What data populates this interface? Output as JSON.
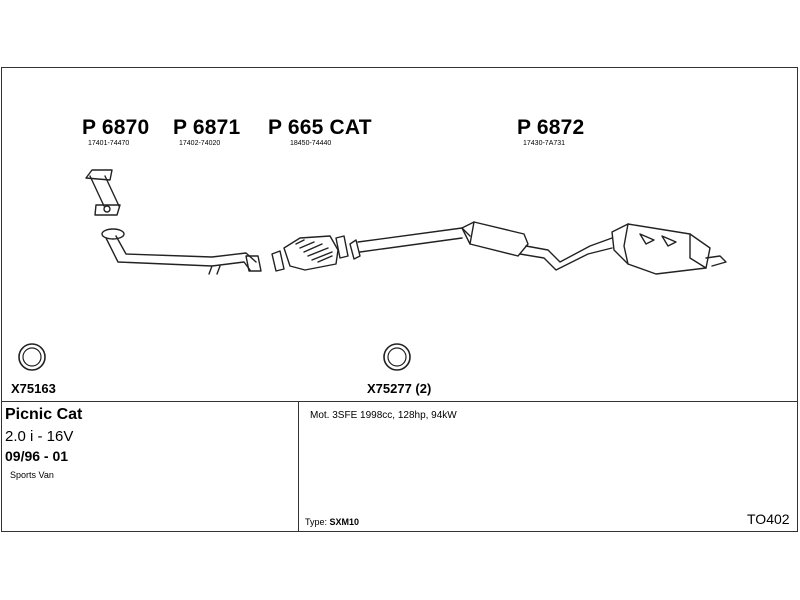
{
  "parts": [
    {
      "number": "P 6870",
      "oem": "17401-74470"
    },
    {
      "number": "P 6871",
      "oem": "17402-74020"
    },
    {
      "number": "P 665 CAT",
      "oem": "18450-74440"
    },
    {
      "number": "P 6872",
      "oem": "17430-7A731"
    }
  ],
  "gaskets": [
    {
      "code": "X75163"
    },
    {
      "code": "X75277 (2)"
    }
  ],
  "vehicle": {
    "model": "Picnic Cat",
    "engine": "2.0 i - 16V",
    "years": "09/96 - 01",
    "body": "Sports Van"
  },
  "details": {
    "motor": "Mot. 3SFE 1998cc, 128hp, 94kW",
    "type_label": "Type:",
    "type_value": "SXM10"
  },
  "diagram_code": "TO402"
}
